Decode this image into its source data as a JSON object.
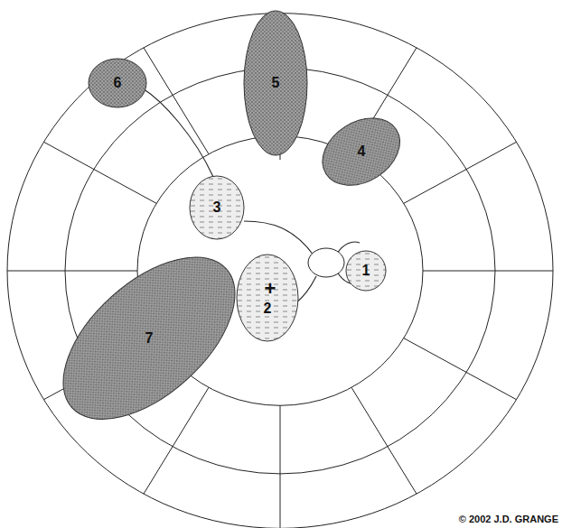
{
  "diagram": {
    "nodes": [
      {
        "text": [
          "1"
        ]
      },
      {
        "text": [
          "+",
          "2"
        ]
      },
      {
        "text": [
          "3"
        ]
      },
      {
        "text": [
          "4"
        ]
      },
      {
        "text": [
          "5"
        ]
      },
      {
        "text": [
          "6"
        ]
      },
      {
        "text": [
          "7"
        ]
      }
    ],
    "labels": [
      "© 2002 J.D. GRANGE"
    ]
  }
}
